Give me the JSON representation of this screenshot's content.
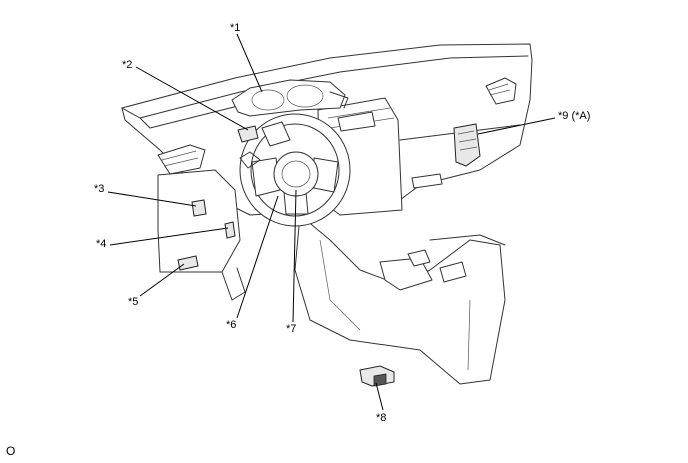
{
  "callouts": [
    {
      "id": "1",
      "label": "*1"
    },
    {
      "id": "2",
      "label": "*2"
    },
    {
      "id": "3",
      "label": "*3"
    },
    {
      "id": "4",
      "label": "*4"
    },
    {
      "id": "5",
      "label": "*5"
    },
    {
      "id": "6",
      "label": "*6"
    },
    {
      "id": "7",
      "label": "*7"
    },
    {
      "id": "8",
      "label": "*8"
    },
    {
      "id": "9",
      "label": "*9 (*A)"
    }
  ],
  "corner_label": "O"
}
